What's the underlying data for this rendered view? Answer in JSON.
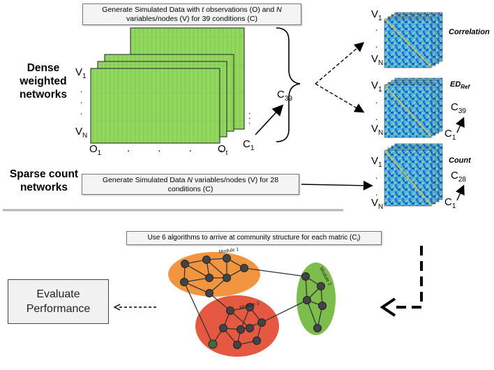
{
  "top_caption": {
    "p1": "Generate Simulated Data with ",
    "t": "t",
    "p2": " observations (O) and ",
    "n": "N",
    "p3": "variables/nodes (V) for 39 conditions (C)"
  },
  "dense_label_line1": "Dense",
  "dense_label_line2": "weighted",
  "dense_label_line3": "networks",
  "sparse_label_line1": "Sparse count",
  "sparse_label_line2": "networks",
  "sparse_caption": {
    "p1": "Generate Simulated Data ",
    "n": "N",
    "p2": " variables/nodes (V) for 28",
    "p3": "conditions (C)"
  },
  "stack_axis": {
    "v_label": "V",
    "v_sub_1": "1",
    "v_sub_n": "N",
    "o_label": "O",
    "o_sub_1": "1",
    "o_sub_t": "t",
    "c_label": "C",
    "c_sub_39": "39",
    "c_sub_1": "1",
    "dots": ". . . ."
  },
  "matrices": {
    "correlation": "Correlation",
    "ed_ref_main": "ED",
    "ed_ref_sub": "Ref",
    "count": "Count",
    "c_sub_39": "39",
    "c_sub_28": "28",
    "c_sub_1": "1"
  },
  "algorithms_caption": "Use 6 algorithms to arrive at community structure for each matric (C",
  "algorithms_caption_sub": "i",
  "algorithms_caption_end": ")",
  "modules": {
    "m1": "Module 1",
    "m2": "Module 2",
    "m3": "Module 3"
  },
  "evaluate_line1": "Evaluate",
  "evaluate_line2": "Performance",
  "colors": {
    "green_matrix": "#8ed65a",
    "heatmap_blue": "#2f7fd0",
    "orange_module": "#f08a2c",
    "green_module": "#6fb63a",
    "red_module": "#e2472f",
    "node": "#444444",
    "divider": "#b4b4b4"
  }
}
